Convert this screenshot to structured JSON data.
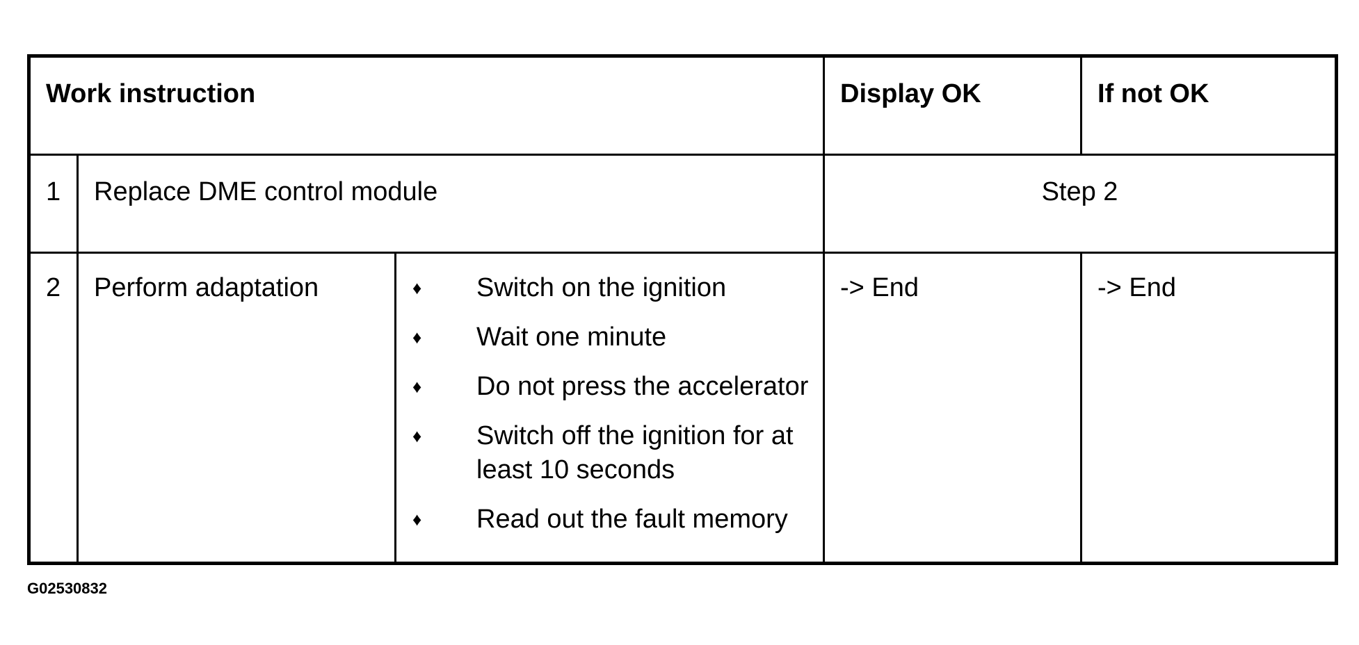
{
  "table": {
    "headers": {
      "work_instruction": "Work instruction",
      "display_ok": "Display OK",
      "if_not_ok": "If not OK"
    },
    "rows": [
      {
        "number": "1",
        "instruction": "Replace DME control module",
        "result": "Step 2"
      },
      {
        "number": "2",
        "instruction": "Perform adaptation",
        "steps": [
          "Switch on the ignition",
          "Wait one minute",
          "Do not press the accelerator",
          "Switch off the ignition for at least 10 seconds",
          "Read out the fault memory"
        ],
        "display_ok": "-> End",
        "if_not_ok": "-> End"
      }
    ]
  },
  "bullet_glyph": "♦",
  "figure_id": "G02530832"
}
